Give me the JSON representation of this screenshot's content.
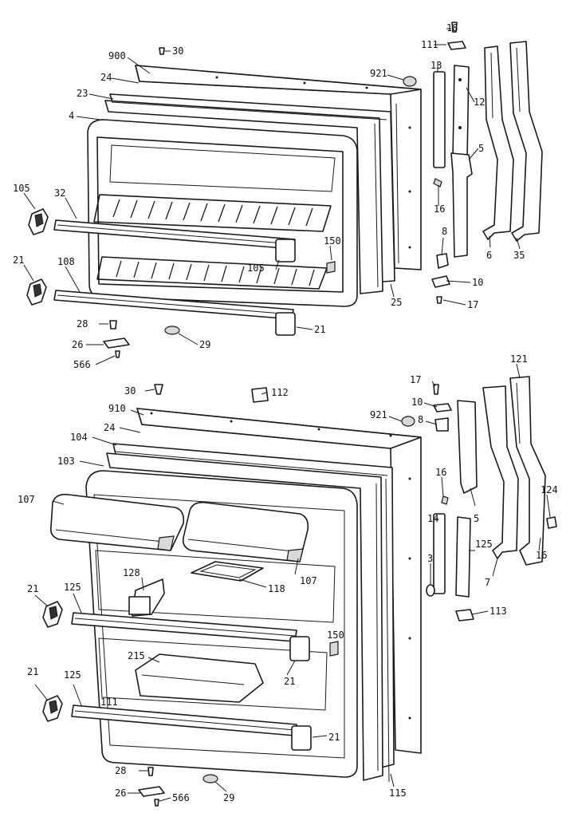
{
  "figure": {
    "panels": [
      {
        "id": "freezer-door",
        "callouts": [
          "18",
          "111",
          "900",
          "30",
          "921",
          "13",
          "12",
          "24",
          "23",
          "4",
          "5",
          "105",
          "32",
          "16",
          "8",
          "150",
          "105",
          "6",
          "35",
          "21",
          "108",
          "10",
          "25",
          "17",
          "28",
          "21",
          "26",
          "29",
          "566"
        ]
      },
      {
        "id": "fresh-food-door",
        "callouts": [
          "17",
          "121",
          "30",
          "112",
          "10",
          "910",
          "921",
          "8",
          "24",
          "104",
          "103",
          "16",
          "124",
          "107",
          "14",
          "125",
          "5",
          "16",
          "128",
          "107",
          "118",
          "7",
          "3",
          "113",
          "21",
          "125",
          "150",
          "215",
          "21",
          "21",
          "125",
          "111",
          "21",
          "28",
          "26",
          "566",
          "29",
          "115"
        ]
      }
    ]
  },
  "labels": {
    "t_18": "18",
    "t_111a": "111",
    "t_900": "900",
    "t_30a": "30",
    "t_921a": "921",
    "t_13": "13",
    "t_12": "12",
    "t_24a": "24",
    "t_23": "23",
    "t_4": "4",
    "t_5a": "5",
    "t_105a": "105",
    "t_32": "32",
    "t_16a": "16",
    "t_8a": "8",
    "t_150a": "150",
    "t_105b": "105",
    "t_6": "6",
    "t_35": "35",
    "t_21a": "21",
    "t_108": "108",
    "t_10a": "10",
    "t_25": "25",
    "t_17a": "17",
    "t_28a": "28",
    "t_21b": "21",
    "t_26a": "26",
    "t_29a": "29",
    "t_566a": "566",
    "t_17b": "17",
    "t_121": "121",
    "t_30b": "30",
    "t_112": "112",
    "t_10b": "10",
    "t_910": "910",
    "t_921b": "921",
    "t_8b": "8",
    "t_24b": "24",
    "t_104": "104",
    "t_103": "103",
    "t_16b": "16",
    "t_124": "124",
    "t_107a": "107",
    "t_14": "14",
    "t_125a": "125",
    "t_5b": "5",
    "t_16c": "16",
    "t_128": "128",
    "t_107b": "107",
    "t_118": "118",
    "t_7": "7",
    "t_3": "3",
    "t_113": "113",
    "t_21c": "21",
    "t_125b": "125",
    "t_150b": "150",
    "t_215": "215",
    "t_21d": "21",
    "t_21e": "21",
    "t_125c": "125",
    "t_111b": "111",
    "t_21f": "21",
    "t_28b": "28",
    "t_26b": "26",
    "t_566b": "566",
    "t_29b": "29",
    "t_115": "115"
  }
}
